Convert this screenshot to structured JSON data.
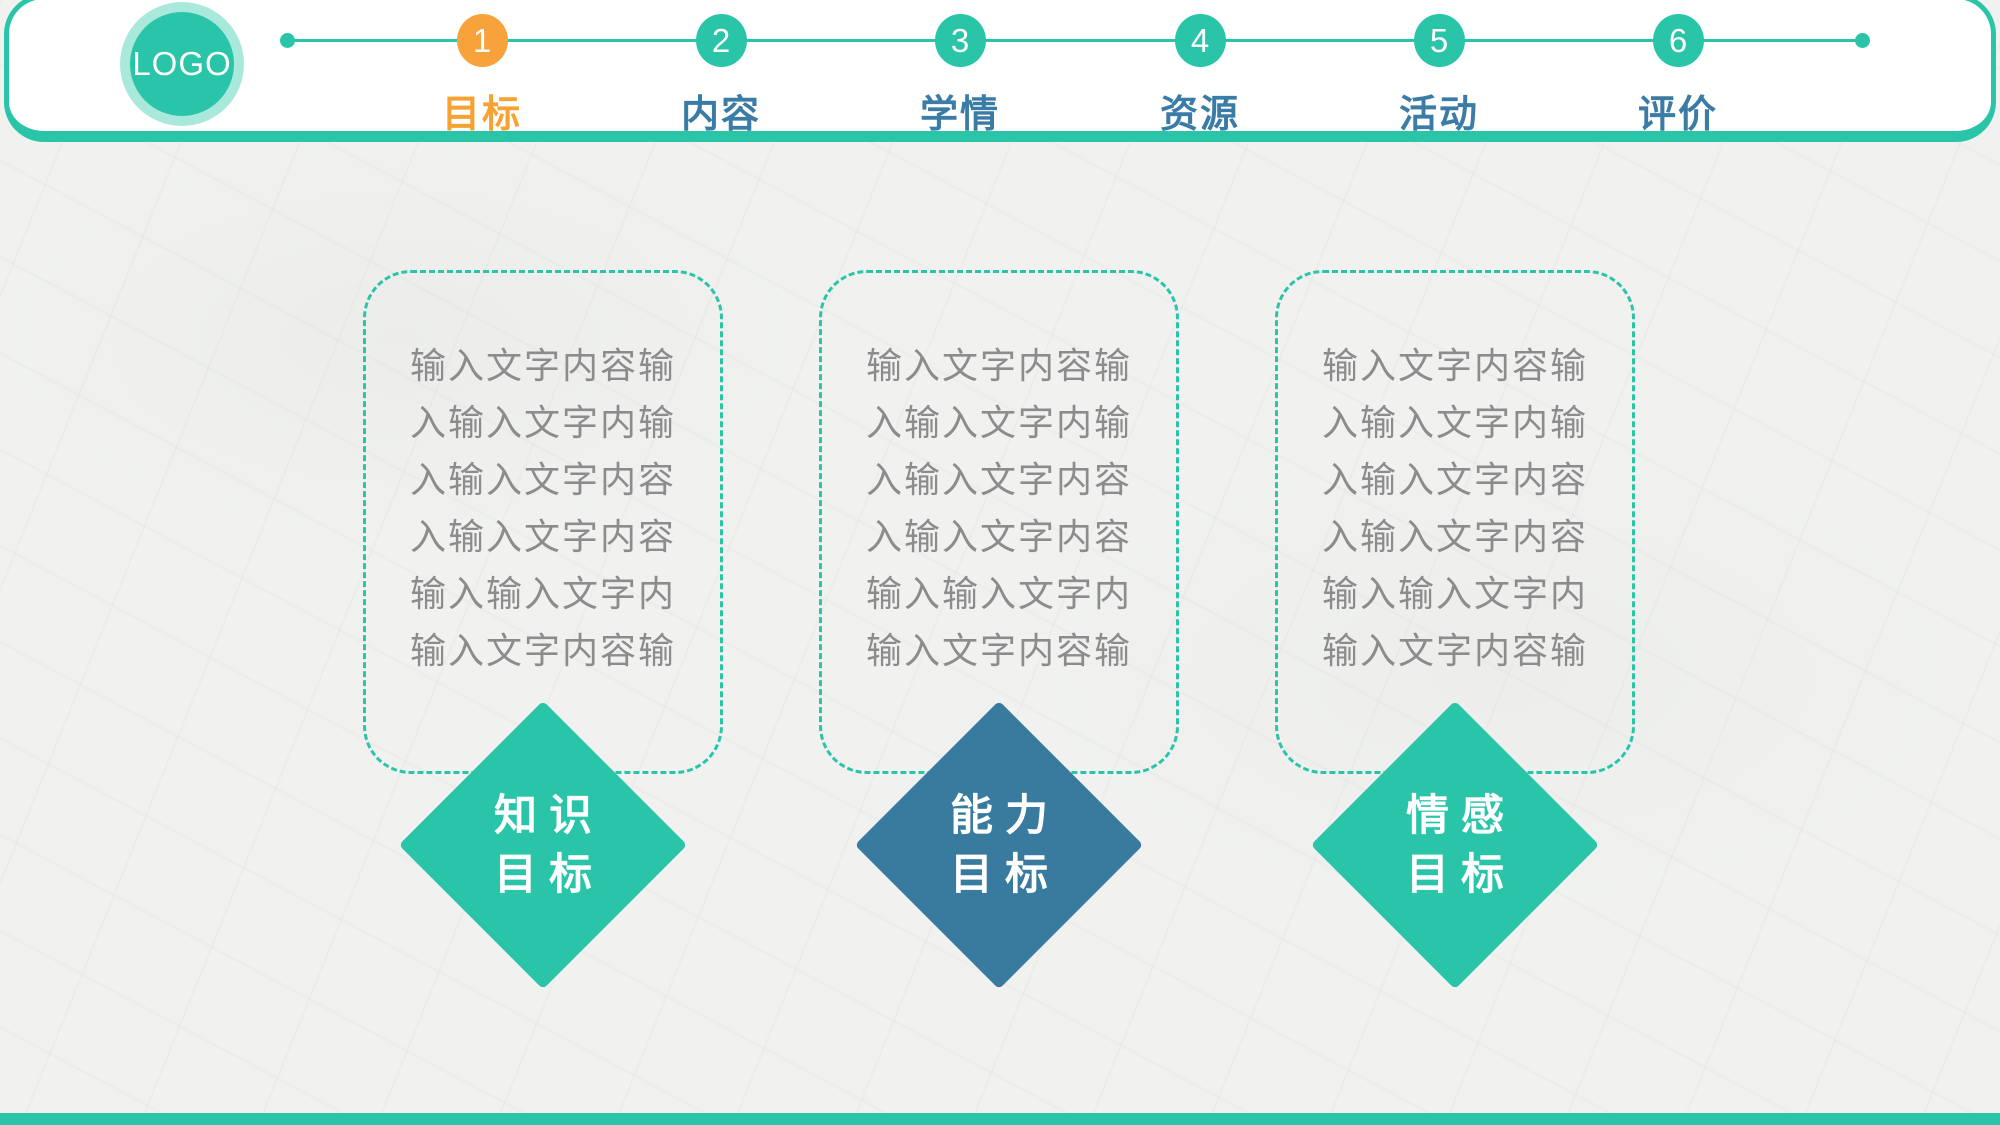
{
  "slide": {
    "logo_text": "LOGO",
    "nav_steps": [
      {
        "number": "1",
        "label": "目标",
        "state": "active"
      },
      {
        "number": "2",
        "label": "内容",
        "state": "normal"
      },
      {
        "number": "3",
        "label": "学情",
        "state": "normal"
      },
      {
        "number": "4",
        "label": "资源",
        "state": "normal"
      },
      {
        "number": "5",
        "label": "活动",
        "state": "normal"
      },
      {
        "number": "6",
        "label": "评价",
        "state": "normal"
      }
    ],
    "cards": [
      {
        "lines": [
          "输入文字内容输",
          "入输入文字内输",
          "入输入文字内容",
          "入输入文字内容",
          "输入输入文字内",
          "输入文字内容输"
        ],
        "tag": {
          "line1": "知识",
          "line2": "目标",
          "color": "#2AC5A9"
        }
      },
      {
        "lines": [
          "输入文字内容输",
          "入输入文字内输",
          "入输入文字内容",
          "入输入文字内容",
          "输入输入文字内",
          "输入文字内容输"
        ],
        "tag": {
          "line1": "能力",
          "line2": "目标",
          "color": "#387B9E"
        }
      },
      {
        "lines": [
          "输入文字内容输",
          "入输入文字内输",
          "入输入文字内容",
          "入输入文字内容",
          "输入输入文字内",
          "输入文字内容输"
        ],
        "tag": {
          "line1": "情感",
          "line2": "目标",
          "color": "#2AC5A9"
        }
      }
    ],
    "colors": {
      "teal": "#2AC5A9",
      "teal_light": "#A9E9DC",
      "orange_circle": "#F8A23B",
      "orange_label": "#F7A233",
      "step_label_blue": "#3A7CA5",
      "diamond_blue": "#387B9E",
      "body_text_gray": "#8C8C8C",
      "background": "#F1F2F0"
    }
  }
}
